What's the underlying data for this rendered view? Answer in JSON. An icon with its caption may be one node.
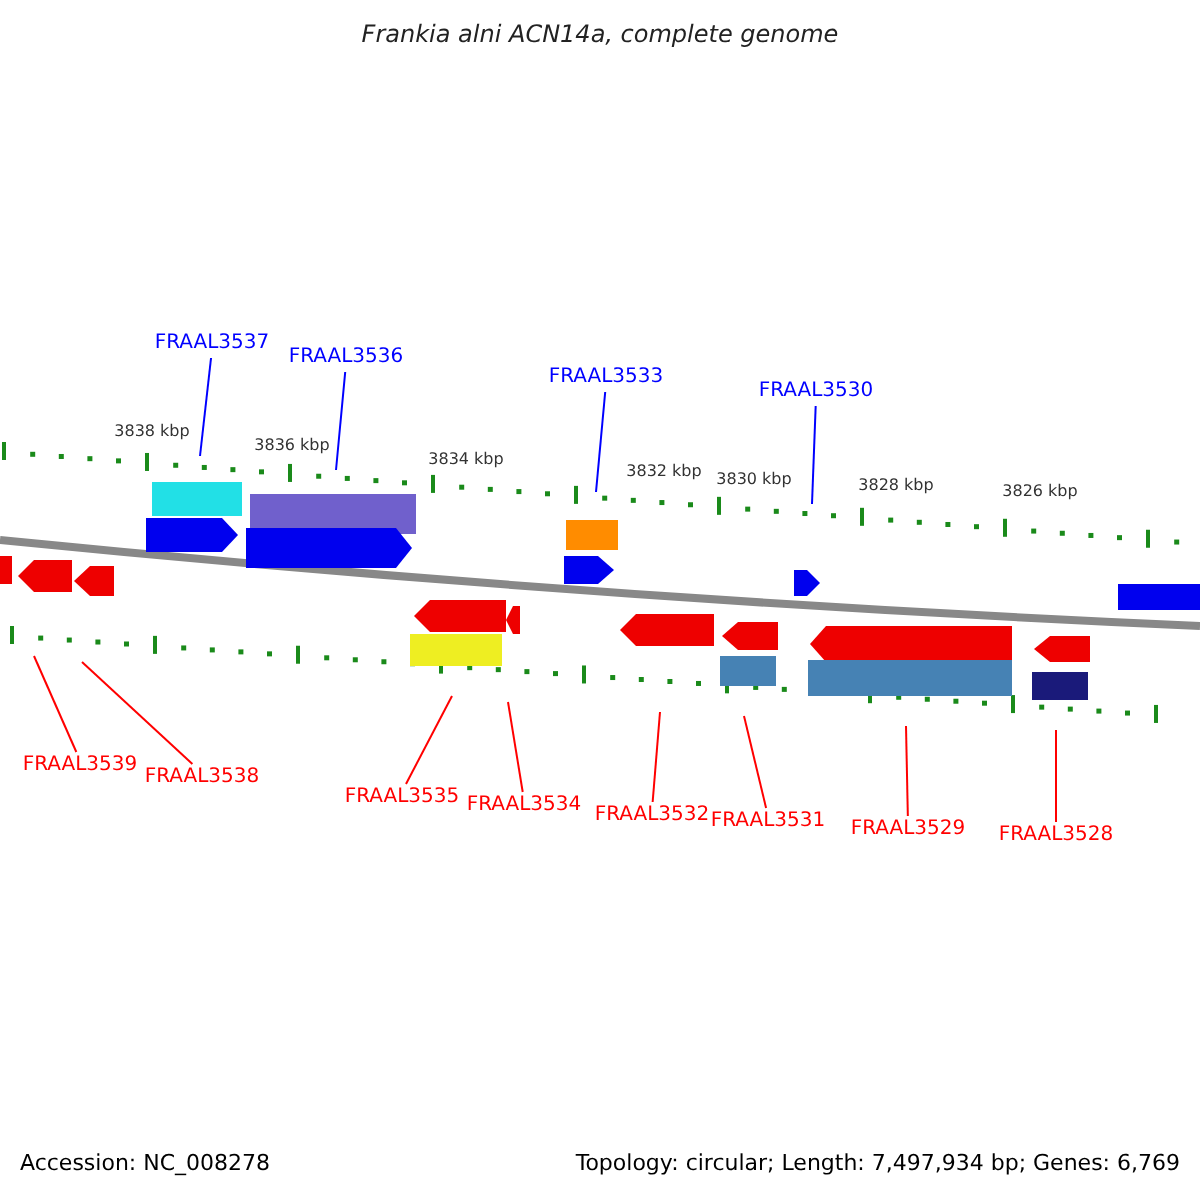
{
  "diagram": {
    "title": "Frankia alni ACN14a, complete genome",
    "nodes": [
      {
        "text": [
          "FRAAL3537"
        ]
      },
      {
        "text": [
          "FRAAL3536"
        ]
      },
      {
        "text": [
          "FRAAL3533"
        ]
      },
      {
        "text": [
          "FRAAL3530"
        ]
      },
      {
        "text": [
          "FRAAL3539"
        ]
      },
      {
        "text": [
          "FRAAL3538"
        ]
      },
      {
        "text": [
          "FRAAL3535"
        ]
      },
      {
        "text": [
          "FRAAL3534"
        ]
      },
      {
        "text": [
          "FRAAL3532"
        ]
      },
      {
        "text": [
          "FRAAL3531"
        ]
      },
      {
        "text": [
          "FRAAL3529"
        ]
      },
      {
        "text": [
          "FRAAL3528"
        ]
      }
    ],
    "edges": [
      {
        "from": 0,
        "to": null,
        "arrow": "none",
        "color": "#0000ff"
      },
      {
        "from": 1,
        "to": null,
        "arrow": "none",
        "color": "#0000ff"
      },
      {
        "from": 2,
        "to": null,
        "arrow": "none",
        "color": "#0000ff"
      },
      {
        "from": 3,
        "to": null,
        "arrow": "none",
        "color": "#0000ff"
      },
      {
        "from": 4,
        "to": null,
        "arrow": "none"
      },
      {
        "from": 5,
        "to": null,
        "arrow": "none"
      },
      {
        "from": 6,
        "to": null,
        "arrow": "none"
      },
      {
        "from": 7,
        "to": null,
        "arrow": "none"
      },
      {
        "from": 8,
        "to": null,
        "arrow": "none"
      },
      {
        "from": 9,
        "to": null,
        "arrow": "none"
      },
      {
        "from": 10,
        "to": null,
        "arrow": "none"
      },
      {
        "from": 11,
        "to": null,
        "arrow": "none"
      }
    ],
    "labels": [
      "3838 kbp",
      "3836 kbp",
      "3834 kbp",
      "3832 kbp",
      "3830 kbp",
      "3828 kbp",
      "3826 kbp",
      "Accession: NC_008278",
      "Topology: circular; Length: 7,497,934 bp; Genes: 6,769"
    ]
  }
}
